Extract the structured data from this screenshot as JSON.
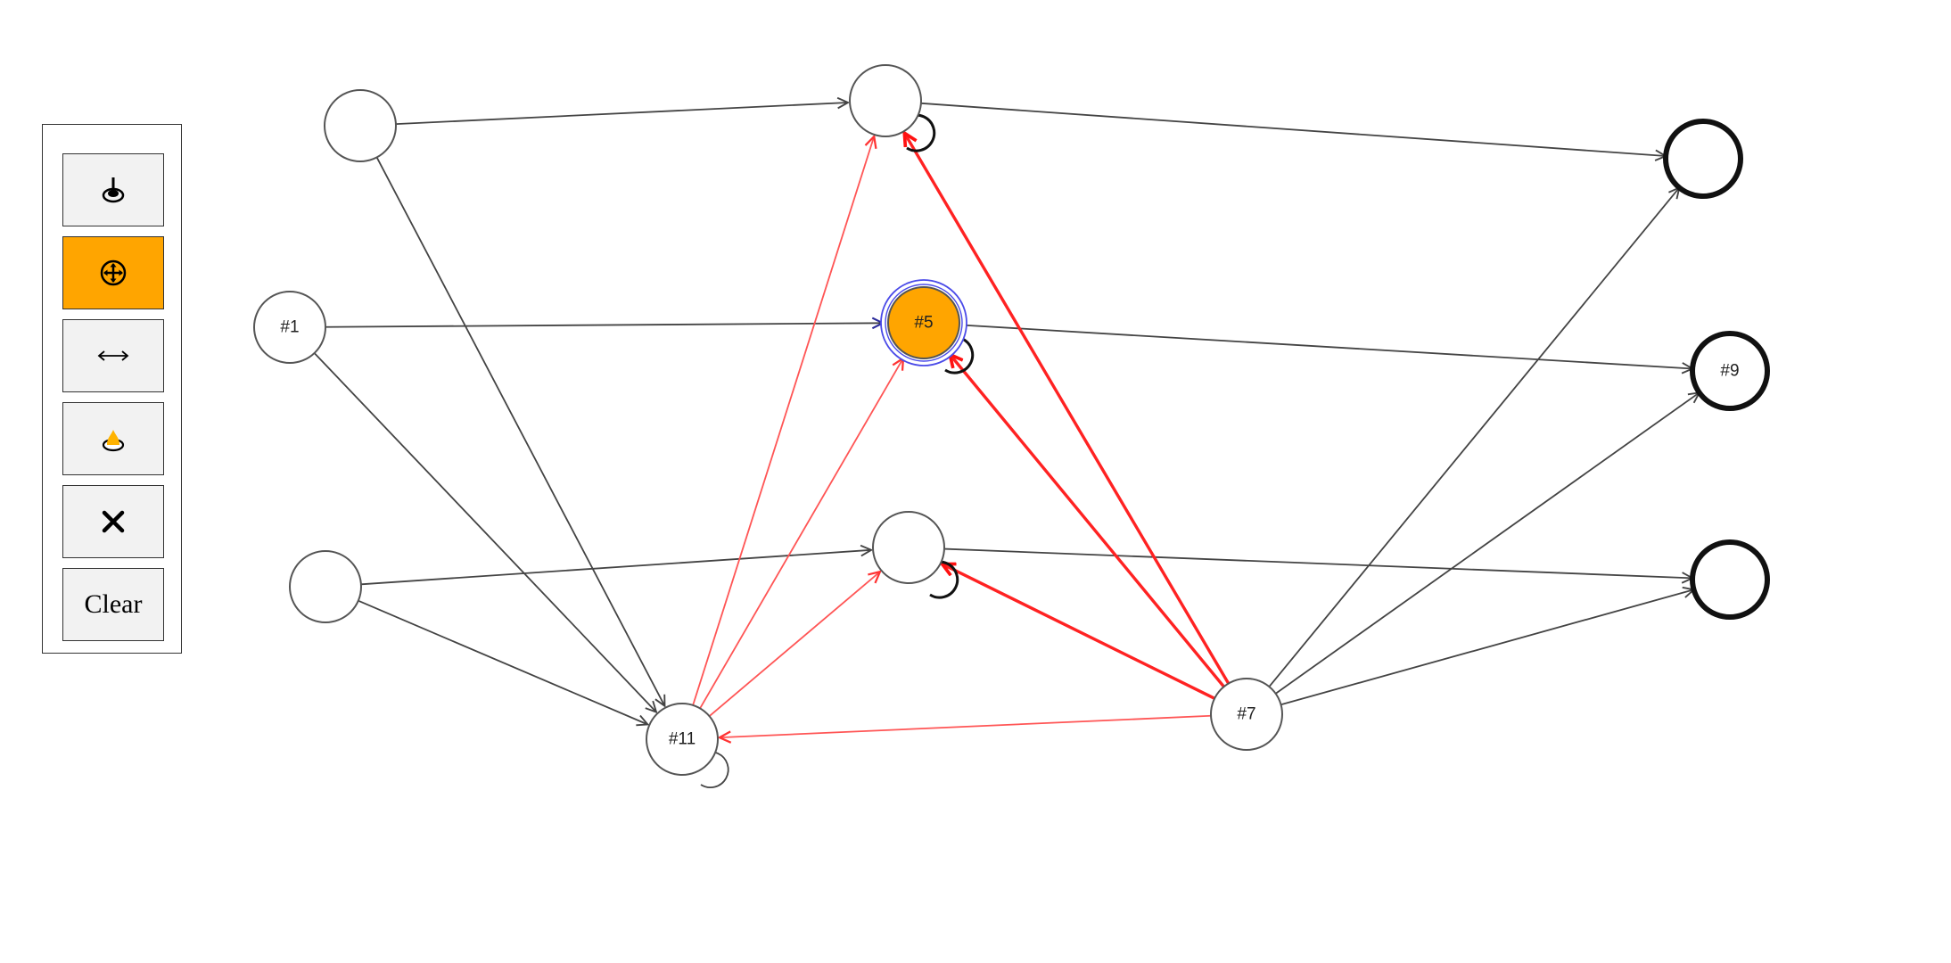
{
  "toolbar": {
    "buttons": [
      {
        "id": "add-node",
        "icon": "add-node-icon",
        "active": false
      },
      {
        "id": "move",
        "icon": "move-icon",
        "active": true
      },
      {
        "id": "add-edge",
        "icon": "add-edge-icon",
        "active": false
      },
      {
        "id": "set-start",
        "icon": "start-marker-icon",
        "active": false
      },
      {
        "id": "delete",
        "icon": "delete-icon",
        "active": false
      },
      {
        "id": "clear",
        "label": "Clear",
        "active": false
      }
    ],
    "active_color": "#ffa500"
  },
  "graph": {
    "nodes": [
      {
        "id": "n_a",
        "label": "",
        "accepting": false,
        "selected": false
      },
      {
        "id": "n_b",
        "label": "",
        "accepting": false,
        "selected": false
      },
      {
        "id": "n_c",
        "label": "",
        "accepting": true,
        "selected": false
      },
      {
        "id": "n_1",
        "label": "#1",
        "accepting": false,
        "selected": false
      },
      {
        "id": "n_5",
        "label": "#5",
        "accepting": false,
        "selected": true
      },
      {
        "id": "n_9",
        "label": "#9",
        "accepting": true,
        "selected": false
      },
      {
        "id": "n_d",
        "label": "",
        "accepting": false,
        "selected": false
      },
      {
        "id": "n_e",
        "label": "",
        "accepting": false,
        "selected": false
      },
      {
        "id": "n_f",
        "label": "",
        "accepting": true,
        "selected": false
      },
      {
        "id": "n_11",
        "label": "#11",
        "accepting": false,
        "selected": false
      },
      {
        "id": "n_7",
        "label": "#7",
        "accepting": false,
        "selected": false
      }
    ],
    "edges": [
      {
        "from": "n_a",
        "to": "n_b",
        "style": "normal"
      },
      {
        "from": "n_b",
        "to": "n_c",
        "style": "normal"
      },
      {
        "from": "n_a",
        "to": "n_11",
        "style": "normal"
      },
      {
        "from": "n_1",
        "to": "n_5",
        "style": "incoming-selected"
      },
      {
        "from": "n_5",
        "to": "n_9",
        "style": "normal"
      },
      {
        "from": "n_1",
        "to": "n_11",
        "style": "normal"
      },
      {
        "from": "n_d",
        "to": "n_e",
        "style": "normal"
      },
      {
        "from": "n_e",
        "to": "n_f",
        "style": "normal"
      },
      {
        "from": "n_d",
        "to": "n_11",
        "style": "normal"
      },
      {
        "from": "n_11",
        "to": "n_b",
        "style": "highlight"
      },
      {
        "from": "n_11",
        "to": "n_5",
        "style": "highlight"
      },
      {
        "from": "n_11",
        "to": "n_e",
        "style": "highlight"
      },
      {
        "from": "n_7",
        "to": "n_11",
        "style": "highlight"
      },
      {
        "from": "n_7",
        "to": "n_b",
        "style": "highlight-bold"
      },
      {
        "from": "n_7",
        "to": "n_5",
        "style": "highlight-bold"
      },
      {
        "from": "n_7",
        "to": "n_e",
        "style": "highlight-bold"
      },
      {
        "from": "n_7",
        "to": "n_c",
        "style": "normal"
      },
      {
        "from": "n_7",
        "to": "n_9",
        "style": "normal"
      },
      {
        "from": "n_7",
        "to": "n_f",
        "style": "normal"
      }
    ],
    "self_loops": [
      {
        "node": "n_b",
        "style": "bold-dark"
      },
      {
        "node": "n_5",
        "style": "bold-dark"
      },
      {
        "node": "n_e",
        "style": "bold-dark"
      },
      {
        "node": "n_11",
        "style": "normal"
      }
    ],
    "colors": {
      "edge": "#444444",
      "highlight": "#ff2222",
      "highlight_light": "#ff5555",
      "selected_fill": "#ffa500",
      "selected_ring": "#4a4ae8",
      "node_stroke": "#555555",
      "accepting_stroke": "#111111",
      "loop_dark": "#111111"
    }
  }
}
